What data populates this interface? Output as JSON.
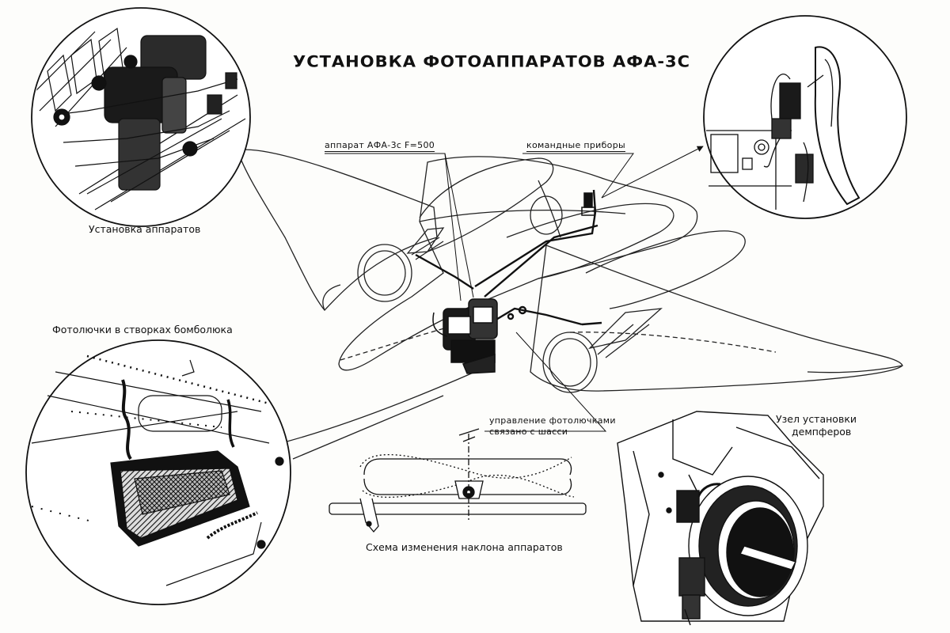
{
  "title": "УСТАНОВКА ФОТОАППАРАТОВ АФА-3С",
  "labels": {
    "camera_label": "аппарат АФА-3с F=500",
    "instruments_label": "командные приборы",
    "inset_installation": "Установка аппаратов",
    "inset_hatches": "Фотолючки в створках бомболюка",
    "hatch_control_line1": "управление фотолючками",
    "hatch_control_line2": "связано с шасси",
    "damper_line1": "Узел установки",
    "damper_line2": "демпферов",
    "tilt_scheme": "Схема изменения наклона аппаратов"
  },
  "colors": {
    "ink": "#111111",
    "paper": "#fdfdfb",
    "hatch_fill": "#2a2a2a"
  }
}
